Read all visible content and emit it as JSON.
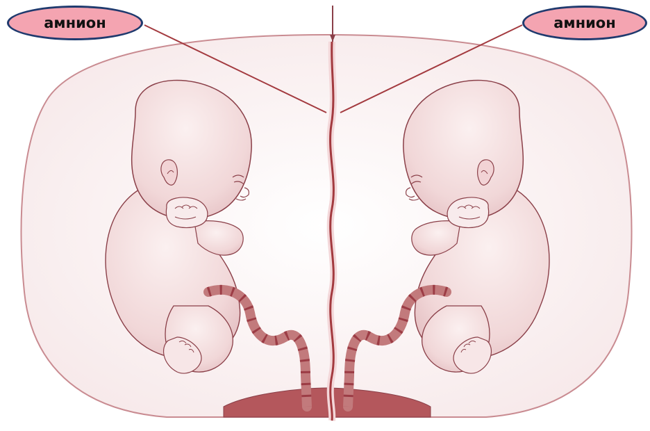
{
  "labels": {
    "left": "амнион",
    "right": "амнион"
  },
  "colors": {
    "oval_fill": "#f4a4b1",
    "oval_border": "#1f3a6e",
    "membrane": "#a33a3f",
    "skin": "#f3dfe0",
    "skin_outline": "#8a3f48",
    "placenta": "#b4575c",
    "cord": "#c27a7c"
  },
  "icons": {
    "figure": "twin-fetus-illustration"
  }
}
